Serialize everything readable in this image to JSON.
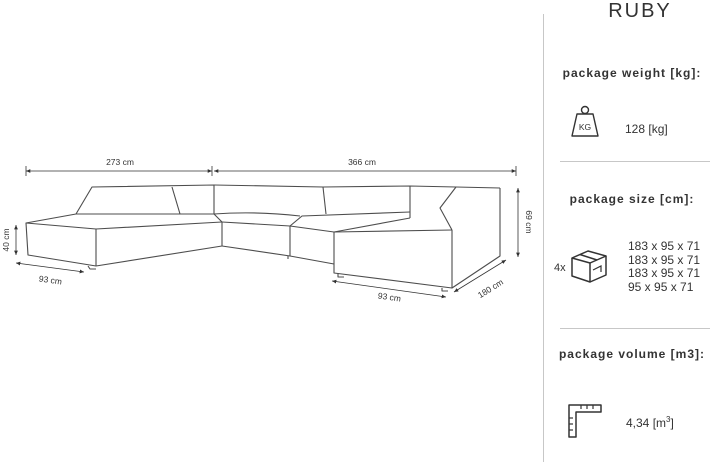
{
  "product": {
    "title": "RUBY"
  },
  "dimensions": {
    "width_left": "273 cm",
    "width_right": "366 cm",
    "depth_left": "93 cm",
    "depth_right": "93 cm",
    "length_right": "180 cm",
    "seat_height": "40 cm",
    "total_height": "69 cm"
  },
  "specs": {
    "weight": {
      "heading": "package weight [kg]:",
      "icon_label": "KG",
      "value": "128 [kg]"
    },
    "size": {
      "heading": "package size [cm]:",
      "count": "4x",
      "items": [
        "183 x 95 x 71",
        "183 x 95 x 71",
        "183 x 95 x 71",
        "95 x 95 x 71"
      ]
    },
    "volume": {
      "heading": "package volume [m3]:",
      "value": "4,34 [m",
      "unit_sup": "3",
      "value_end": "]"
    }
  },
  "colors": {
    "line": "#4d4d4d",
    "divider": "#c7c7c7",
    "text": "#333333"
  },
  "icons": [
    "weight-kg-icon",
    "package-box-icon",
    "ruler-square-icon"
  ]
}
